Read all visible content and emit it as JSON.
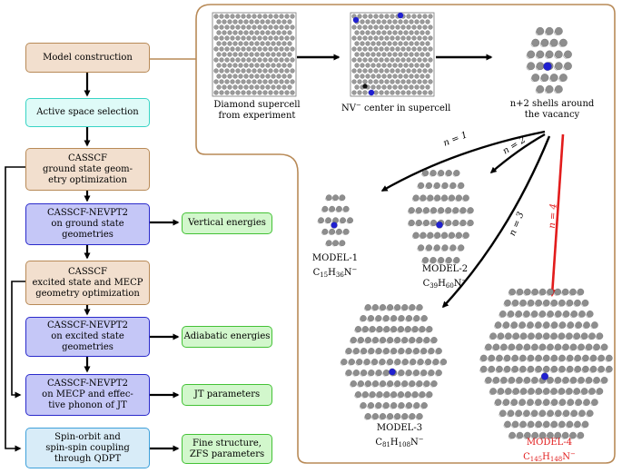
{
  "flow": {
    "model_construction": "Model construction",
    "active_space": "Active space selection",
    "casscf_ground_l1": "CASSCF",
    "casscf_ground_l2": "ground state geom-",
    "casscf_ground_l3": "etry optimization",
    "nevpt2_ground_l1": "CASSCF-NEVPT2",
    "nevpt2_ground_l2": "on ground state",
    "nevpt2_ground_l3": "geometries",
    "casscf_excited_l1": "CASSCF",
    "casscf_excited_l2": "excited state and MECP",
    "casscf_excited_l3": "geometry optimization",
    "nevpt2_excited_l1": "CASSCF-NEVPT2",
    "nevpt2_excited_l2": "on excited state",
    "nevpt2_excited_l3": "geometries",
    "nevpt2_mecp_l1": "CASSCF-NEVPT2",
    "nevpt2_mecp_l2": "on MECP and effec-",
    "nevpt2_mecp_l3": "tive phonon of JT",
    "soc_l1": "Spin-orbit and",
    "soc_l2": "spin-spin coupling",
    "soc_l3": "through QDPT"
  },
  "outputs": {
    "vertical": "Vertical energies",
    "adiabatic": "Adiabatic energies",
    "jt": "JT parameters",
    "fine_l1": "Fine structure,",
    "fine_l2": "ZFS parameters"
  },
  "panel": {
    "diamond_l1": "Diamond supercell",
    "diamond_l2": "from experiment",
    "nv_label": "NV",
    "nv_sup": "−",
    "nv_rest": " center in supercell",
    "shells_l1": "n+2 shells around",
    "shells_l2": "the vacancy",
    "n1": "n = 1",
    "n2": "n = 2",
    "n3": "n = 3",
    "n4": "n = 4"
  },
  "models": [
    {
      "name": "MODEL-1",
      "c": "15",
      "h": "36"
    },
    {
      "name": "MODEL-2",
      "c": "39",
      "h": "60"
    },
    {
      "name": "MODEL-3",
      "c": "81",
      "h": "108"
    },
    {
      "name": "MODEL-4",
      "c": "145",
      "h": "148"
    }
  ],
  "formula": {
    "C": "C",
    "H": "H",
    "N": "N",
    "minus": "−"
  },
  "colors": {
    "tan_fill": "#f2dfce",
    "tan_border": "#b88a57",
    "cyan_fill": "#dffbf8",
    "cyan_border": "#38d4c5",
    "blue_fill": "#c5c7f7",
    "blue_border": "#2a2acb",
    "green_fill": "#d2f7cc",
    "green_border": "#44c236",
    "lblue_fill": "#d8ecf8",
    "lblue_border": "#3ea0da",
    "highlight": "#e21c1c"
  }
}
